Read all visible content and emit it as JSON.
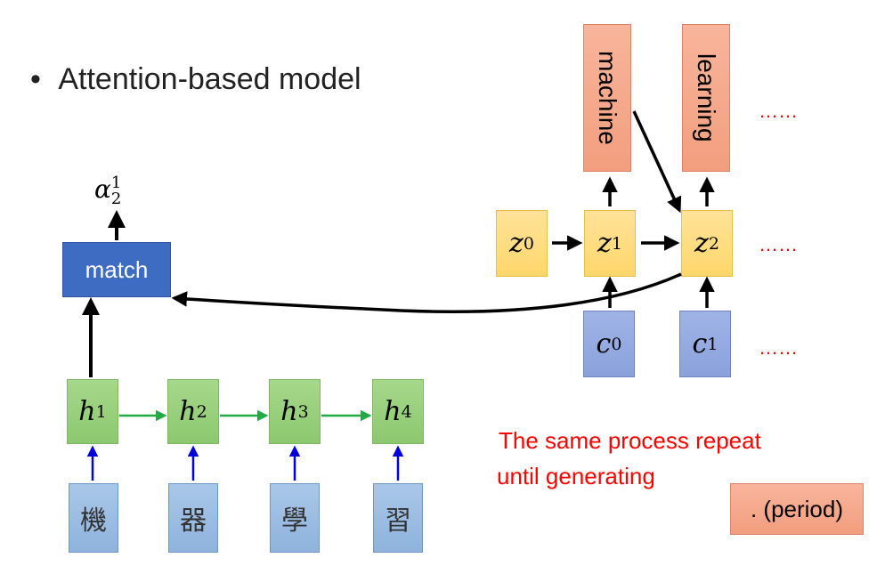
{
  "bullet": "Attention-based model",
  "alpha": {
    "base": "α",
    "sup": "1",
    "sub": "2"
  },
  "match_label": "match",
  "encoder": {
    "hidden": [
      {
        "base": "h",
        "sup": "1"
      },
      {
        "base": "h",
        "sup": "2"
      },
      {
        "base": "h",
        "sup": "3"
      },
      {
        "base": "h",
        "sup": "4"
      }
    ],
    "inputs": [
      "機",
      "器",
      "學",
      "習"
    ]
  },
  "decoder": {
    "states": [
      {
        "base": "z",
        "sup": "0"
      },
      {
        "base": "z",
        "sup": "1"
      },
      {
        "base": "z",
        "sup": "2"
      }
    ],
    "contexts": [
      {
        "base": "c",
        "sup": "0"
      },
      {
        "base": "c",
        "sup": "1"
      }
    ],
    "outputs": [
      "machine",
      "learning"
    ],
    "ellipses": [
      "……",
      "……",
      "……"
    ]
  },
  "note": {
    "line1": "The same process repeat",
    "line2": "until generating",
    "period_label": ". (period)"
  },
  "colors": {
    "encoder_arrow": "#22aa44",
    "input_arrow": "#0000dd",
    "red_text": "#ff0000"
  }
}
